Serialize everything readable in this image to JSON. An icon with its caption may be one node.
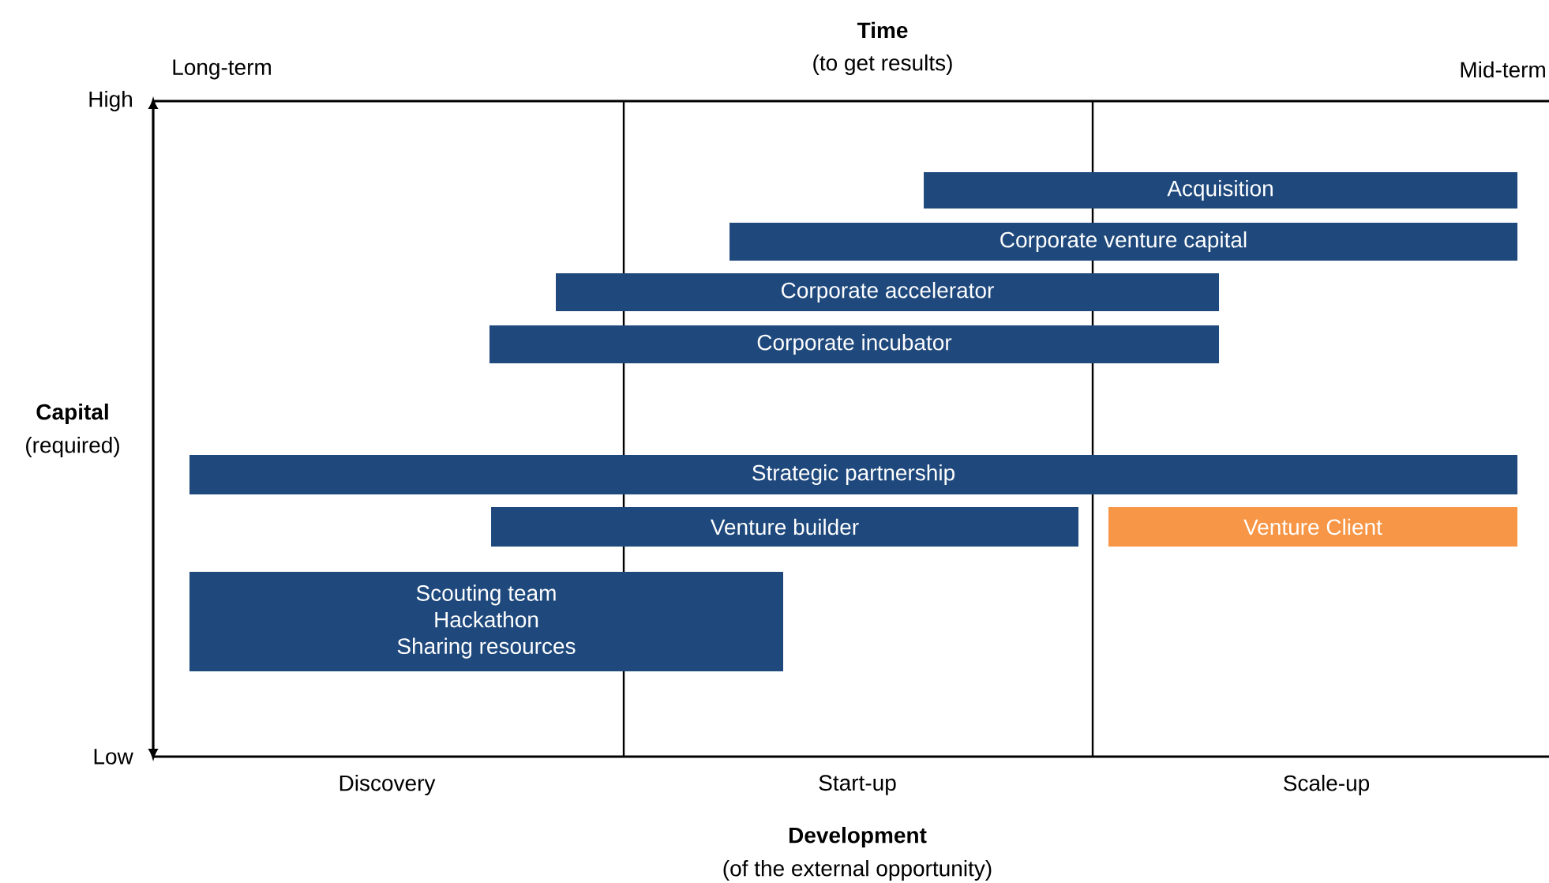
{
  "diagram": {
    "nodes": [
      {
        "text": [
          "Acquisition"
        ]
      },
      {
        "text": [
          "Corporate venture capital"
        ]
      },
      {
        "text": [
          "Corporate accelerator"
        ]
      },
      {
        "text": [
          "Corporate incubator"
        ]
      },
      {
        "text": [
          "Strategic partnership"
        ]
      },
      {
        "text": [
          "Venture builder"
        ]
      },
      {
        "text": [
          "Venture Client"
        ]
      },
      {
        "text": [
          "Scouting team",
          "Hackathon",
          "Sharing resources"
        ]
      }
    ],
    "edges": [],
    "labels": [
      "Time",
      "Long-term",
      "(to get results)",
      "Mid-term",
      "High",
      "Capital",
      "(required)",
      "Low",
      "Discovery",
      "Start-up",
      "Scale-up",
      "Development",
      "(of the external opportunity)"
    ]
  }
}
